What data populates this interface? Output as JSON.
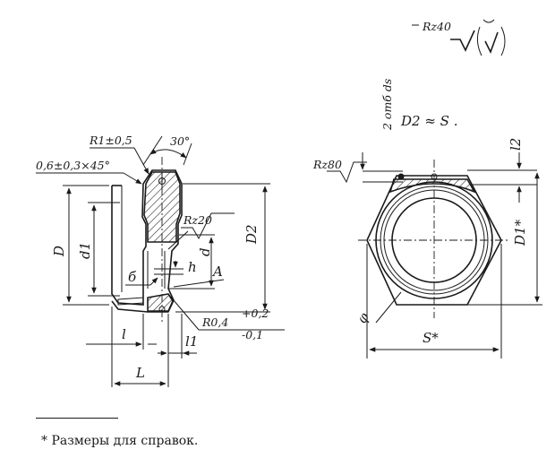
{
  "surface_finish": {
    "general": "Rz40",
    "face": "Rz80",
    "bore": "Rz20"
  },
  "side_view": {
    "chamfer": "0,6±0,3×45°",
    "radius_top": "R1±0,5",
    "angle": "30°",
    "radius_groove_base": "R0,4",
    "radius_groove_tol_upper": "+0,2",
    "radius_groove_tol_lower": "-0,1",
    "dims": {
      "D": "D",
      "d1": "d1",
      "d": "d",
      "D2": "D2",
      "h": "h",
      "b": "б",
      "A": "A",
      "l": "l",
      "l1": "l1",
      "L": "L"
    }
  },
  "front_view": {
    "relation": "D2 ≈ S .",
    "runout_note": "2 отб ds",
    "dims": {
      "l2": "l2",
      "D1": "D1*",
      "S": "S*",
      "phi": "φ"
    }
  },
  "footnote": "* Размеры для справок."
}
